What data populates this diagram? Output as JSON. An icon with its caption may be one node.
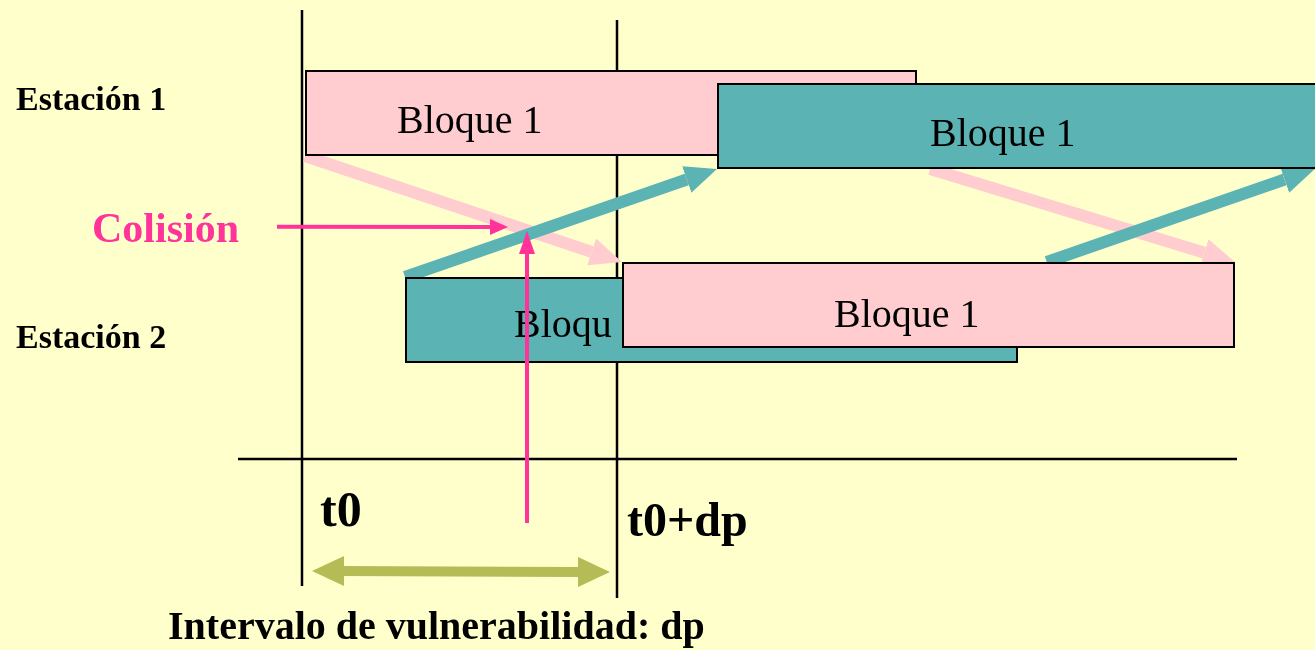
{
  "diagram": {
    "nodes": [
      {
        "text": [
          "Bloque 1"
        ]
      },
      {
        "text": [
          "Bloque 1"
        ]
      },
      {
        "text": [
          "Bloqu"
        ]
      },
      {
        "text": [
          "Bloque 1"
        ]
      },
      {
        "text": [
          "Colisión"
        ]
      }
    ],
    "edges": [
      {
        "from": 0,
        "to": 3,
        "arrow": "to",
        "color": "#ffccd0"
      },
      {
        "from": 2,
        "to": 1,
        "arrow": "to",
        "color": "#5bb3b3"
      },
      {
        "from": 1,
        "to": 3,
        "arrow": "to",
        "color": "#ffccd0"
      },
      {
        "from": 3,
        "to": 1,
        "arrow": "to",
        "color": "#5bb3b3"
      },
      {
        "from": 4,
        "to": null,
        "arrow": "to",
        "color": "#ff3399"
      }
    ],
    "labels": [
      "Estación 1",
      "Estación 2",
      "t0",
      "t0+dp",
      "Intervalo de vulnerabilidad: dp"
    ]
  }
}
